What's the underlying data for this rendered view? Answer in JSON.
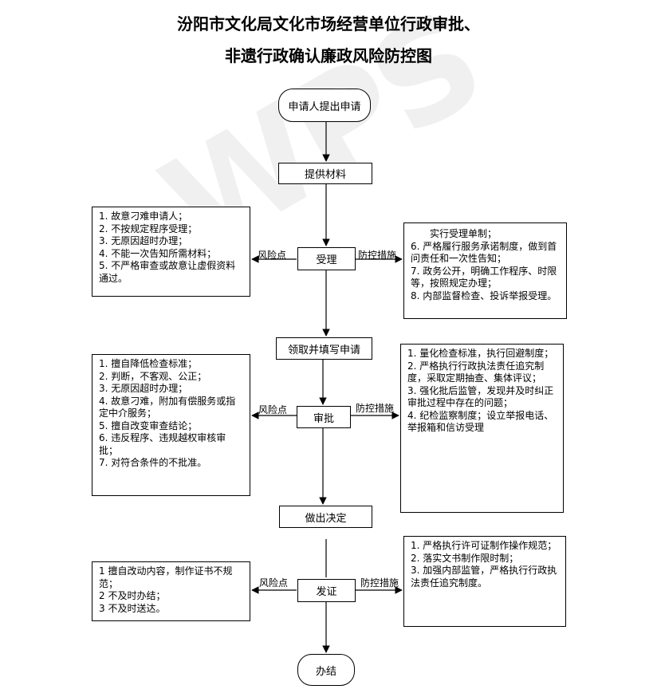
{
  "title_line1": "汾阳市文化局文化市场经营单位行政审批、",
  "title_line2": "非遗行政确认廉政风险防控图",
  "watermark": "WPS",
  "steps": {
    "start": "申请人提出申请",
    "provide": "提供材料",
    "accept": "受理",
    "fill": "领取并填写申请",
    "approve": "审批",
    "decide": "做出决定",
    "issue": "发证",
    "finish": "办结"
  },
  "labels": {
    "risk_accept": "风险点",
    "control_accept": "防控措施",
    "risk_approve": "风险点",
    "control_approve": "防控措施",
    "risk_issue": "风险点",
    "control_issue": "防控措施"
  },
  "risk_accept_items": [
    "1. 故意刁难申请人；",
    "2. 不按规定程序受理；",
    "3. 无原因超时办理；",
    "4. 不能一次告知所需材料；",
    "5. 不严格审查或故意让虚假资料通过。"
  ],
  "control_accept_items": [
    "实行受理单制；",
    "6. 严格履行服务承诺制度，做到首问责任和一次性告知；",
    "7. 政务公开，明确工作程序、时限等，按照规定办理；",
    "8. 内部监督检查、投诉举报受理。"
  ],
  "risk_approve_items": [
    "1. 擅自降低检查标准；",
    "2. 判断，不客观、公正；",
    "3. 无原因超时办理；",
    "4. 故意刁难，附加有偿服务或指定中介服务；",
    "5. 擅自改变审查结论；",
    "6. 违反程序、违规越权审核审批；",
    "7. 对符合条件的不批准。"
  ],
  "control_approve_items": [
    "1. 量化检查标准，执行回避制度；",
    "2. 严格执行行政执法责任追究制度，采取定期抽查、集体评议；",
    "3. 强化批后监管，发现并及时纠正审批过程中存在的问题；",
    "4. 纪检监察制度；设立举报电话、举报箱和信访受理"
  ],
  "risk_issue_items": [
    "1  擅自改动内容，制作证书不规范；",
    "2  不及时办结；",
    "3  不及时送达。"
  ],
  "control_issue_items": [
    "1. 严格执行许可证制作操作规范；",
    "2. 落实文书制作限时制；",
    "3. 加强内部监管，严格执行行政执法责任追究制度。"
  ]
}
